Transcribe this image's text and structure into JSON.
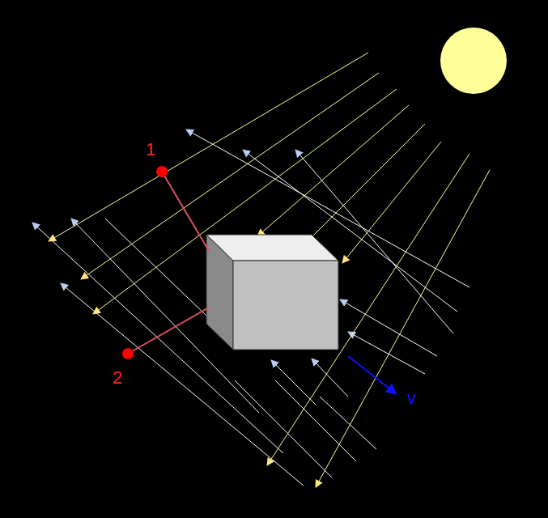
{
  "diagram": {
    "labels": [
      "1",
      "2",
      "v"
    ]
  }
}
